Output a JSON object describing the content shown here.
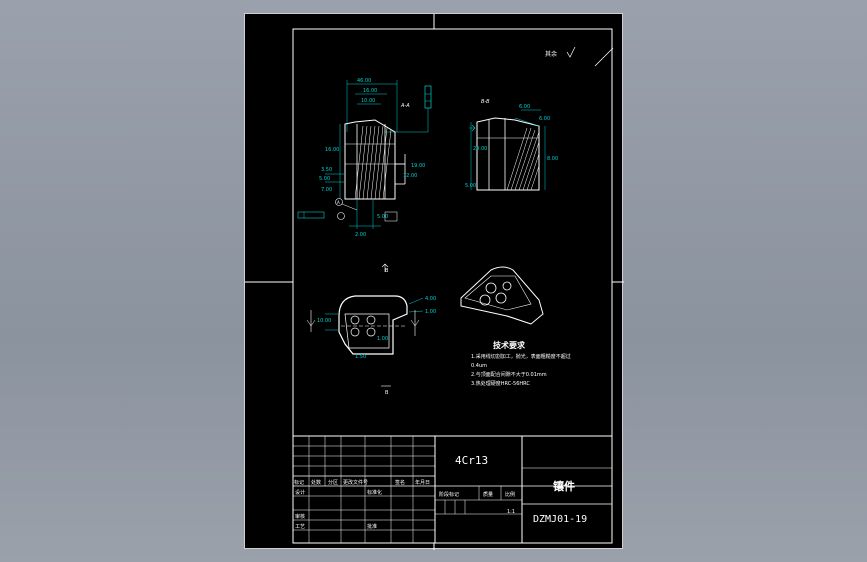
{
  "drawing": {
    "roughness_note": "其余",
    "section_label_1": "A-A",
    "section_label_2": "B-B",
    "view_arrow_label": "B",
    "detail_label": "A",
    "dimensions_main": [
      "46.00",
      "16.00",
      "10.00",
      "16.00",
      "19.00",
      "3.50",
      "5.00",
      "12.00",
      "7.00",
      "5.00",
      "2.00"
    ],
    "dimensions_section": [
      "6.00",
      "20.00",
      "6.00",
      "8.00",
      "5.00"
    ],
    "dimensions_bottom": [
      "10.00",
      "4.00",
      "1.00",
      "1.50",
      "1.00"
    ]
  },
  "tech_requirements": {
    "title": "技术要求",
    "items": [
      "1.采用线切割加工，抛光，表面粗糙度不超过",
      "0.4um",
      "2.与顶面配合间隙不大于0.01mm",
      "3.热处理硬度HRC-56HRC"
    ]
  },
  "title_block": {
    "material": "4Cr13",
    "part_name": "镶件",
    "drawing_number": "DZMJ01-19",
    "scale": "1:1",
    "headers_row": [
      "标记",
      "处数",
      "分区",
      "更改文件号",
      "签名",
      "年月日"
    ],
    "left_rows": [
      "设计",
      "审核",
      "工艺"
    ],
    "standardize_label": "标准化",
    "approve_label": "批准",
    "stage_label": "阶段标记",
    "weight_label": "质量",
    "scale_label": "比例"
  }
}
